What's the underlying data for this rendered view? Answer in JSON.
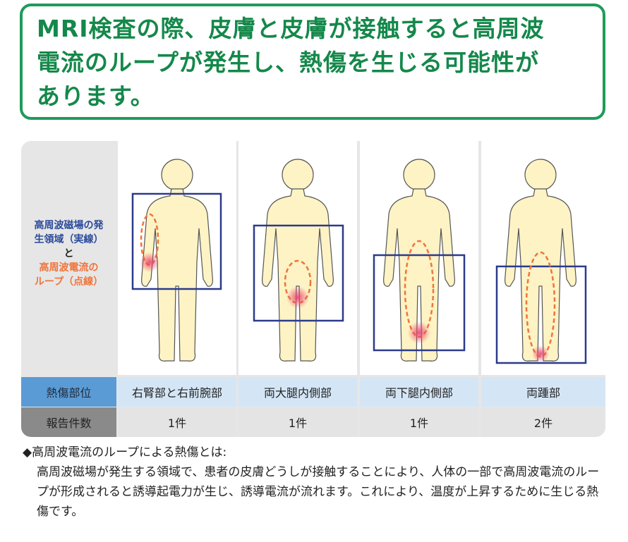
{
  "title": {
    "lines": [
      "MRI検査の際、皮膚と皮膚が接触すると高周波",
      "電流のループが発生し、熱傷を生じる可能性が",
      "あります。"
    ]
  },
  "legend": {
    "field_line1": "高周波磁場の発",
    "field_line2": "生領域（実線）",
    "and": "と",
    "loop_line1": "高周波電流の",
    "loop_line2": "ループ（点線）"
  },
  "table": {
    "row1_header": "熱傷部位",
    "row2_header": "報告件数",
    "cases": [
      {
        "site": "右腎部と右前腕部",
        "count": "1件"
      },
      {
        "site": "両大腿内側部",
        "count": "1件"
      },
      {
        "site": "両下腿内側部",
        "count": "1件"
      },
      {
        "site": "両踵部",
        "count": "2件"
      }
    ]
  },
  "description": {
    "heading": "◆高周波電流のループによる熱傷とは:",
    "body": "高周波磁場が発生する領域で、患者の皮膚どうしが接触することにより、人体の一部で高周波電流のループが形成されると誘導起電力が生じ、誘導電流が流れます。これにより、温度が上昇するために生じる熱傷です。"
  },
  "colors": {
    "green": "#1f9a5a",
    "blue": "#2b4a9b",
    "orange": "#f0743a",
    "skin": "#fdf3c4"
  }
}
